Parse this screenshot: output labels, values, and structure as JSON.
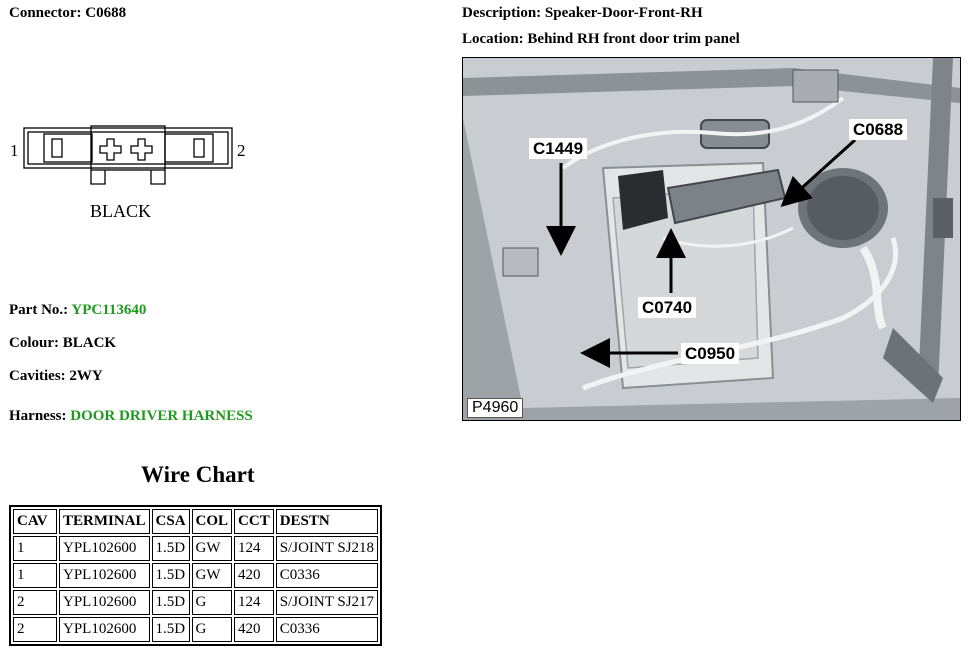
{
  "connector": {
    "label": "Connector:",
    "value": "C0688"
  },
  "description": {
    "label": "Description:",
    "value": "Speaker-Door-Front-RH"
  },
  "location": {
    "label": "Location:",
    "value": "Behind RH front door trim panel"
  },
  "diagram": {
    "pin_left": "1",
    "pin_right": "2",
    "color_text": "BLACK"
  },
  "part_no": {
    "label": "Part No.:",
    "value": "YPC113640"
  },
  "colour": {
    "label": "Colour:",
    "value": "BLACK"
  },
  "cavities": {
    "label": "Cavities:",
    "value": "2WY"
  },
  "harness": {
    "label": "Harness:",
    "value": "DOOR DRIVER HARNESS"
  },
  "wire_chart": {
    "title": "Wire Chart",
    "headers": [
      "CAV",
      "TERMINAL",
      "CSA",
      "COL",
      "CCT",
      "DESTN"
    ],
    "rows": [
      [
        "1",
        "YPL102600",
        "1.5D",
        "GW",
        "124",
        "S/JOINT SJ218"
      ],
      [
        "1",
        "YPL102600",
        "1.5D",
        "GW",
        "420",
        "C0336"
      ],
      [
        "2",
        "YPL102600",
        "1.5D",
        "G",
        "124",
        "S/JOINT SJ217"
      ],
      [
        "2",
        "YPL102600",
        "1.5D",
        "G",
        "420",
        "C0336"
      ]
    ]
  },
  "photo": {
    "callouts": [
      "C1449",
      "C0688",
      "C0740",
      "C0950"
    ],
    "ref": "P4960"
  },
  "colors": {
    "link_green": "#1f9a1f"
  }
}
